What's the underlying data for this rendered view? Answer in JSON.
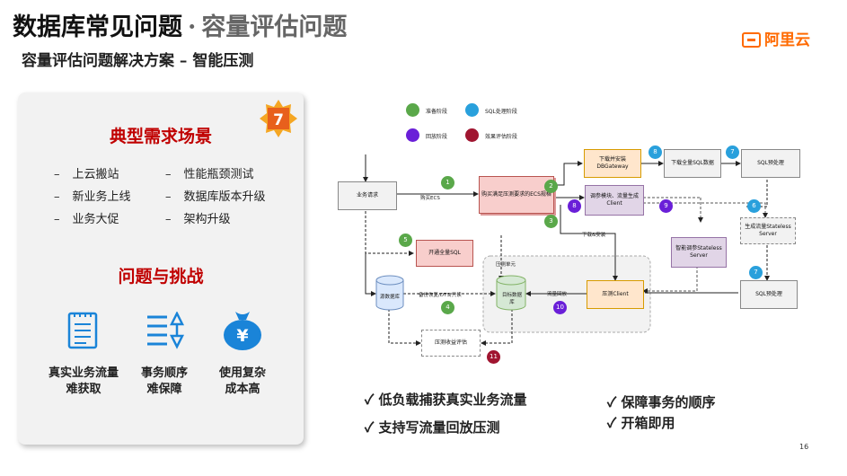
{
  "header": {
    "title_main": "数据库常见问题",
    "title_sep": "·",
    "title_sub": "容量评估问题",
    "subtitle": "容量评估问题解决方案 – 智能压测",
    "logo_text": "阿里云"
  },
  "panel": {
    "badge": "7",
    "section1_title": "典型需求场景",
    "scenarios": [
      "上云搬站",
      "性能瓶颈测试",
      "新业务上线",
      "数据库版本升级",
      "业务大促",
      "架构升级"
    ],
    "bullet": "–",
    "section2_title": "问题与挑战",
    "challenges": [
      {
        "icon": "document-list-icon",
        "line1": "真实业务流量",
        "line2": "难获取"
      },
      {
        "icon": "sequence-icon",
        "line1": "事务顺序",
        "line2": "难保障"
      },
      {
        "icon": "money-bag-icon",
        "line1": "使用复杂",
        "line2": "成本高"
      }
    ],
    "icon_glyph_yen": "¥"
  },
  "legend": [
    {
      "color": "#5aa84a",
      "label": "准备阶段"
    },
    {
      "color": "#29a0dc",
      "label": "SQL处理阶段"
    },
    {
      "color": "#6a1fd8",
      "label": "回放阶段"
    },
    {
      "color": "#a01530",
      "label": "效果评估阶段"
    }
  ],
  "diagram": {
    "biz_request": "业务请求",
    "buy_ecs": "购买ECS",
    "ecs_box": "购买满足压测要求的ECS规格",
    "dbgateway": "下载并安装DBGateway",
    "download_sql": "下载全量SQL数据",
    "sql_preprocess_top": "SQL预处理",
    "tune_module": "调参模块、流量生成Client",
    "download_install": "下载&安装",
    "enable_full_sql": "开通全量SQL",
    "stateless1": "生成流量Stateless Server",
    "stateless2": "智能调参Stateless Server",
    "stress_unit": "压测单元",
    "source_db": "源数据库",
    "backup_restore": "备份恢复/DTS/只读",
    "target_db": "目标数据库",
    "traffic_replay": "流量回放",
    "stress_client": "压测Client",
    "sql_preprocess_bottom": "SQL预处理",
    "eval": "压测收益评估",
    "steps": [
      "1",
      "2",
      "3",
      "4",
      "5",
      "6",
      "7",
      "8",
      "9",
      "10",
      "11"
    ]
  },
  "benefits": {
    "check": "✓",
    "items": [
      "低负载捕获真实业务流量",
      "支持写流量回放压测",
      "保障事务的顺序",
      "开箱即用"
    ]
  },
  "page_number": "16"
}
